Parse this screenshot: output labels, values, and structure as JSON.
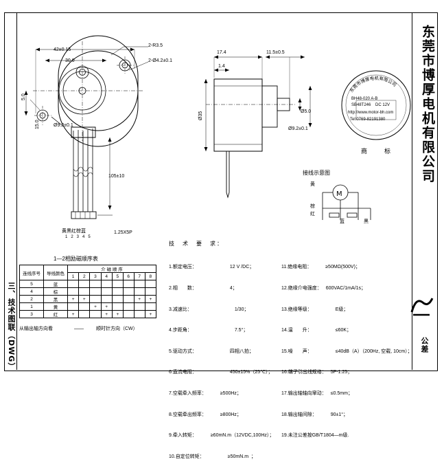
{
  "sheet": {
    "right_company_vertical": "东莞市博厚电机有限公司",
    "left_vertical_label": "三、技术图联（DWG）",
    "left_bottom_label": "公差",
    "trademark_label": "商　标",
    "wiring_diagram_label": "接线示意图"
  },
  "dim_top_left": {
    "d1": "42±0.15",
    "d2": "30.0",
    "d3": "2-R3.5",
    "d4": "2-Ø4.2±0.1",
    "d5": "Ø9.2±0.1",
    "d6": "5.0",
    "d7": "15.0",
    "wire_len": "105±10",
    "wire_label": "黄黑红棕蓝",
    "wire_nums": "12345",
    "connector": "1.25X5P"
  },
  "dim_top_right": {
    "a1": "17.4",
    "a2": "11.5±0.5",
    "a3": "1.4",
    "a4": "Ø35",
    "a5": "Ø5.0",
    "a6": "Ø9.2±0.1"
  },
  "stamp": {
    "line1": "东莞市博厚电机有限公司",
    "model": "BH48-020 A-B",
    "spec": "SB48T246    DC 12V",
    "url": "http://www.motor-bh.com",
    "tel": "Tel:0769-82191380"
  },
  "wiring": {
    "motor_letter": "M",
    "colors": [
      "黄",
      "棕",
      "红",
      "蓝",
      "黑"
    ]
  },
  "phase_table": {
    "title": "1—2相励磁顺序表",
    "col_head_1": "连线序号",
    "col_head_2": "导线颜色",
    "col_head_3": "介 磁 顺 序",
    "steps": [
      "1",
      "2",
      "3",
      "4",
      "5",
      "6",
      "7",
      "8"
    ],
    "rows": [
      {
        "no": "5",
        "color": "蓝",
        "cells": [
          "",
          "",
          "",
          "",
          "",
          "",
          "",
          ""
        ]
      },
      {
        "no": "4",
        "color": "棕",
        "cells": [
          "",
          "",
          "",
          "",
          "",
          "",
          "",
          ""
        ]
      },
      {
        "no": "2",
        "color": "黑",
        "cells": [
          "+",
          "+",
          "",
          "",
          "",
          "",
          "+",
          "+"
        ]
      },
      {
        "no": "1",
        "color": "黄",
        "cells": [
          "",
          "",
          "+",
          "+",
          "",
          "",
          "",
          ""
        ]
      },
      {
        "no": "3",
        "color": "红",
        "cells": [
          "+",
          "",
          "",
          "+",
          "+",
          "",
          "",
          "+"
        ]
      }
    ],
    "footer_left": "从输出轴方向看",
    "footer_mid": "——",
    "footer_right": "顺时针方向（CW）"
  },
  "specs": {
    "title": "技　术　要　求：",
    "left": [
      {
        "n": "1.",
        "label": "额定电压：",
        "value": "12 V /DC；"
      },
      {
        "n": "2.",
        "label": "相　　数：",
        "value": "4；"
      },
      {
        "n": "3.",
        "label": "减速比：",
        "value": "1/30；"
      },
      {
        "n": "4.",
        "label": "步距角：",
        "value": "7.5°；"
      },
      {
        "n": "5.",
        "label": "驱动方式：",
        "value": "四相八拍；"
      },
      {
        "n": "6.",
        "label": "直流电阻：",
        "value": "450±15%（25℃）；"
      },
      {
        "n": "7.",
        "label": "空载牵入频率：",
        "value": "≥500Hz；"
      },
      {
        "n": "8.",
        "label": "空载牵出频率：",
        "value": "≥800Hz；"
      },
      {
        "n": "9.",
        "label": "牵入转矩：",
        "value": "≥60mN.m（12VDC,100Hz）；"
      },
      {
        "n": "10.",
        "label": "自定位转矩：",
        "value": "≥50mN.m  ；"
      }
    ],
    "right": [
      {
        "n": "11.",
        "label": "绝缘电阻：",
        "value": "≥50MΩ(500V)；"
      },
      {
        "n": "12.",
        "label": "绝缘介电强度：",
        "value": "600VAC/1mA/1s；"
      },
      {
        "n": "13.",
        "label": "绝缘等级：",
        "value": "E级；"
      },
      {
        "n": "14.",
        "label": "温　　升：",
        "value": "≤60K；"
      },
      {
        "n": "15.",
        "label": "噪　　声：",
        "value": "≤40dB（A）（200Hz, 空载, 10cm）；"
      },
      {
        "n": "16.",
        "label": "端子引出线规格：",
        "value": "5P-1.25；"
      },
      {
        "n": "17.",
        "label": "输出轴轴向窜动：",
        "value": "≤0.5mm；"
      },
      {
        "n": "18.",
        "label": "输出轴间隙：",
        "value": "90±1°；"
      },
      {
        "n": "19.",
        "label": "未注公差按GB/T1804—m级.",
        "value": ""
      }
    ]
  }
}
